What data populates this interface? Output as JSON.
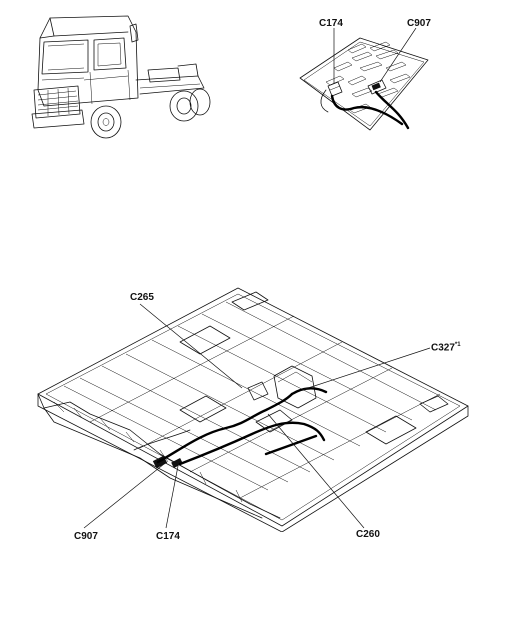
{
  "labels": {
    "detail_top": [
      "C174",
      "C907"
    ],
    "floor": {
      "c265": "C265",
      "c327": "C327",
      "c327_note": "*1",
      "c260": "C260",
      "c907": "C907",
      "c174": "C174"
    }
  },
  "icons": {
    "truck": "truck-cab-illustration",
    "detail": "connector-plate-detail",
    "floor": "cab-floor-wiring-illustration"
  }
}
